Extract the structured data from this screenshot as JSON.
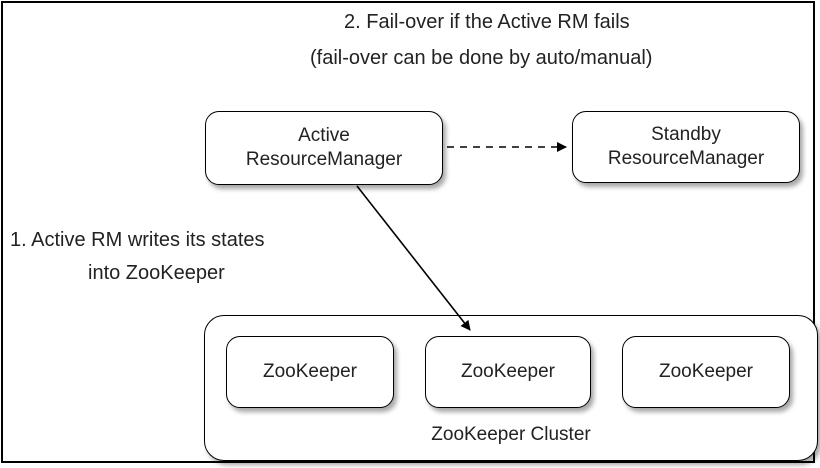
{
  "annotations": {
    "failover_line1": "2. Fail-over if the Active RM fails",
    "failover_line2": "(fail-over can be done by auto/manual)",
    "write_line1": "1. Active RM writes its states",
    "write_line2": "into ZooKeeper"
  },
  "active_rm": {
    "line1": "Active",
    "line2": "ResourceManager"
  },
  "standby_rm": {
    "line1": "Standby",
    "line2": "ResourceManager"
  },
  "cluster": {
    "label": "ZooKeeper Cluster",
    "nodes": [
      "ZooKeeper",
      "ZooKeeper",
      "ZooKeeper"
    ]
  }
}
